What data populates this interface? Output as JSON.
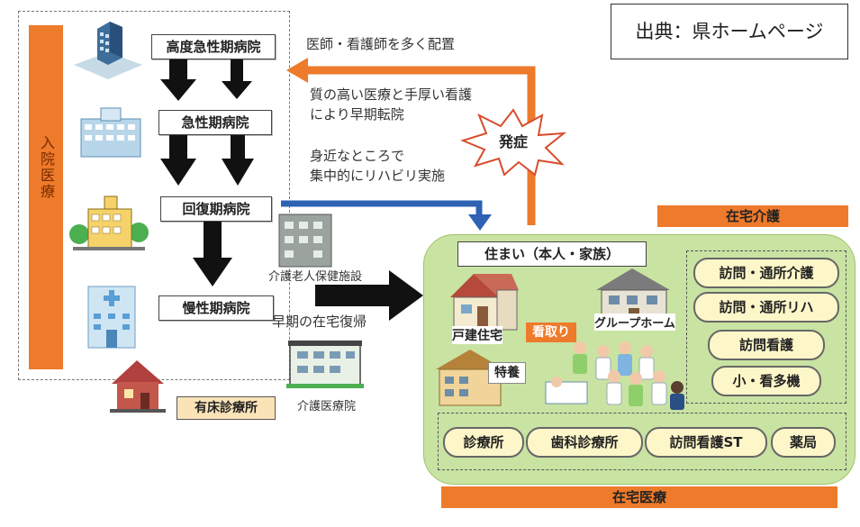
{
  "source_label": "出典：県ホームページ",
  "hospital_column": {
    "vertical_label": "入院医療",
    "tiers": [
      "高度急性期病院",
      "急性期病院",
      "回復期病院",
      "慢性期病院"
    ],
    "clinic": "有床診療所"
  },
  "facilities": {
    "nursing_health": "介護老人保健施設",
    "nursing_care_hospital": "介護医療院"
  },
  "notes": {
    "staffing": "医師・看護師を多く配置",
    "quality_line1": "質の高い医療と手厚い看護",
    "quality_line2": "により早期転院",
    "rehab_line1": "身近なところで",
    "rehab_line2": "集中的にリハビリ実施",
    "early_return": "早期の在宅復帰",
    "onset": "発症"
  },
  "home_area": {
    "care_bar": "在宅介護",
    "medical_bar": "在宅医療",
    "residence_title": "住まい（本人・家族）",
    "house_label": "戸建住宅",
    "group_home_label": "グループホーム",
    "end_of_life": "看取り",
    "special_nursing": "特養",
    "care_services": [
      "訪問・通所介護",
      "訪問・通所リハ",
      "訪問看護",
      "小・看多機"
    ],
    "medical_services": [
      "診療所",
      "歯科診療所",
      "訪問看護ST",
      "薬局"
    ]
  }
}
